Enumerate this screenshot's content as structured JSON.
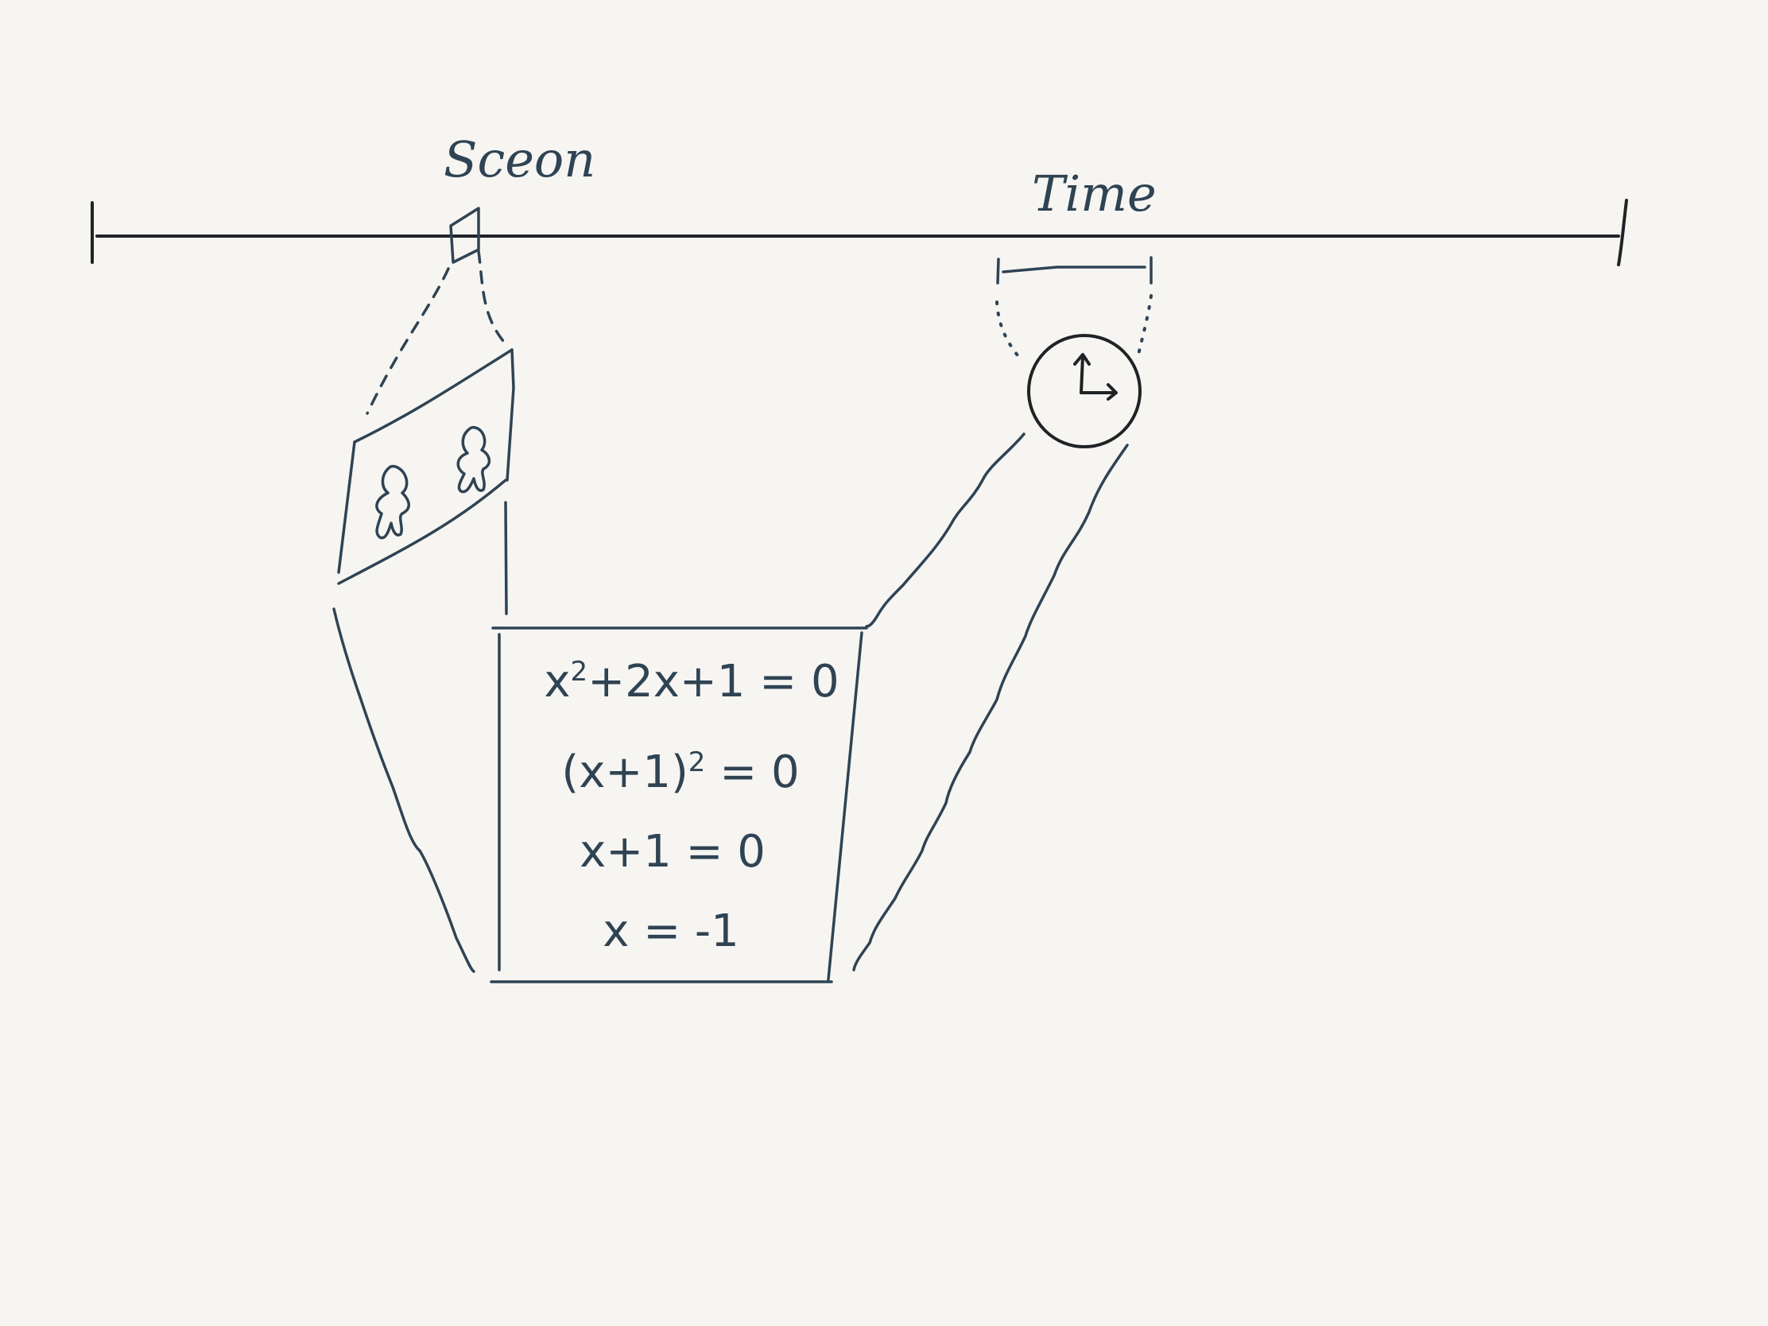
{
  "labels": {
    "scene": "Sceon",
    "time": "Time"
  },
  "equations": [
    {
      "base": "x",
      "sup": "2",
      "rest": "+2x+1 = 0"
    },
    {
      "base": "(x+1)",
      "sup": "2",
      "rest": " = 0"
    },
    {
      "base": "x+1 = 0",
      "sup": "",
      "rest": ""
    },
    {
      "base": "x = -1",
      "sup": "",
      "rest": ""
    }
  ],
  "colors": {
    "background": "#f6f5f2",
    "ink": "#2f4353",
    "ink_dark": "#1f2326"
  },
  "icons": {
    "scene_panel": "people-scene-icon",
    "clock": "clock-icon"
  }
}
